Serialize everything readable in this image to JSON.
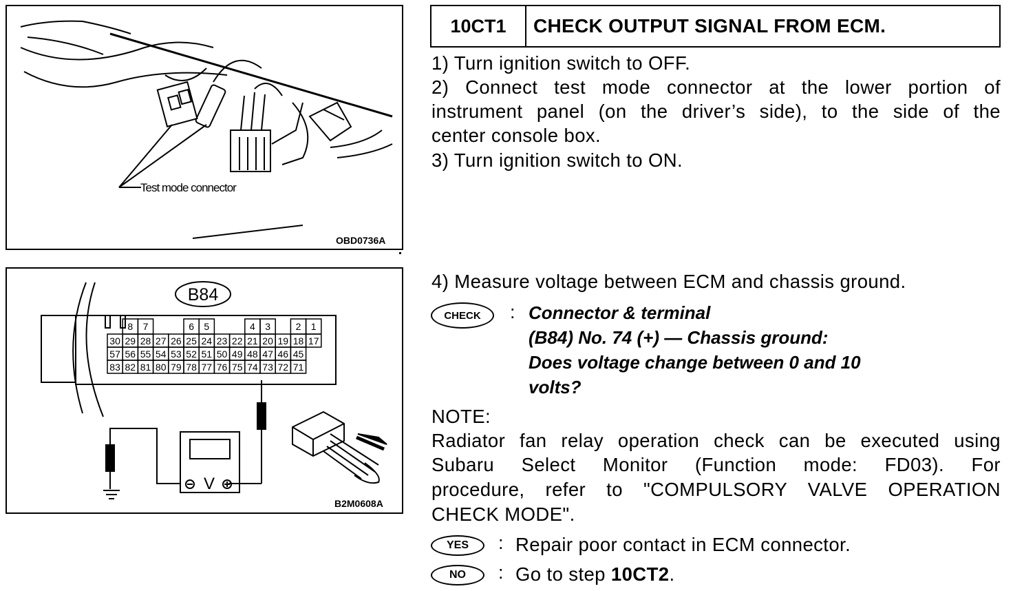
{
  "figure1": {
    "label": "Test mode connector",
    "code": "OBD0736A"
  },
  "figure2": {
    "connector": "B84",
    "code": "B2M0608A",
    "meter_symbol": "V",
    "top_pins": [
      "8",
      "7",
      "6",
      "5",
      "4",
      "3",
      "2",
      "1"
    ],
    "rows": [
      [
        "30",
        "29",
        "28",
        "27",
        "26",
        "25",
        "24",
        "23",
        "22",
        "21",
        "20",
        "19",
        "18",
        "17"
      ],
      [
        "57",
        "56",
        "55",
        "54",
        "53",
        "52",
        "51",
        "50",
        "49",
        "48",
        "47",
        "46",
        "45",
        ""
      ],
      [
        "83",
        "82",
        "81",
        "80",
        "79",
        "78",
        "77",
        "76",
        "75",
        "74",
        "73",
        "72",
        "71",
        ""
      ]
    ]
  },
  "step": {
    "code": "10CT1",
    "title": "CHECK OUTPUT SIGNAL FROM ECM."
  },
  "instructions": {
    "s1": "1)  Turn ignition switch to OFF.",
    "s2_l1": "2)  Connect test mode connector at the lower portion of",
    "s2_l2": "instrument panel (on the driver’s side), to the side of the",
    "s2_l3": "center console box.",
    "s3": "3)  Turn ignition switch to ON.",
    "s4": "4)  Measure voltage between ECM and chassis ground."
  },
  "check": {
    "badge": "CHECK",
    "l1": "Connector & terminal",
    "l2": "(B84) No. 74 (+) — Chassis ground:",
    "l3": "Does voltage change between 0 and 10",
    "l4": "volts?"
  },
  "note": {
    "heading": "NOTE:",
    "l1": "Radiator fan relay operation check can be executed using",
    "l2": "Subaru Select Monitor (Function mode: FD03). For",
    "l3": "procedure, refer to \"COMPULSORY VALVE OPERATION",
    "l4": "CHECK MODE\"."
  },
  "yes": {
    "badge": "YES",
    "text": "Repair poor contact in ECM connector."
  },
  "no": {
    "badge": "NO",
    "text_prefix": "Go to step ",
    "target": "10CT2",
    "text_suffix": "."
  },
  "colon": ":"
}
